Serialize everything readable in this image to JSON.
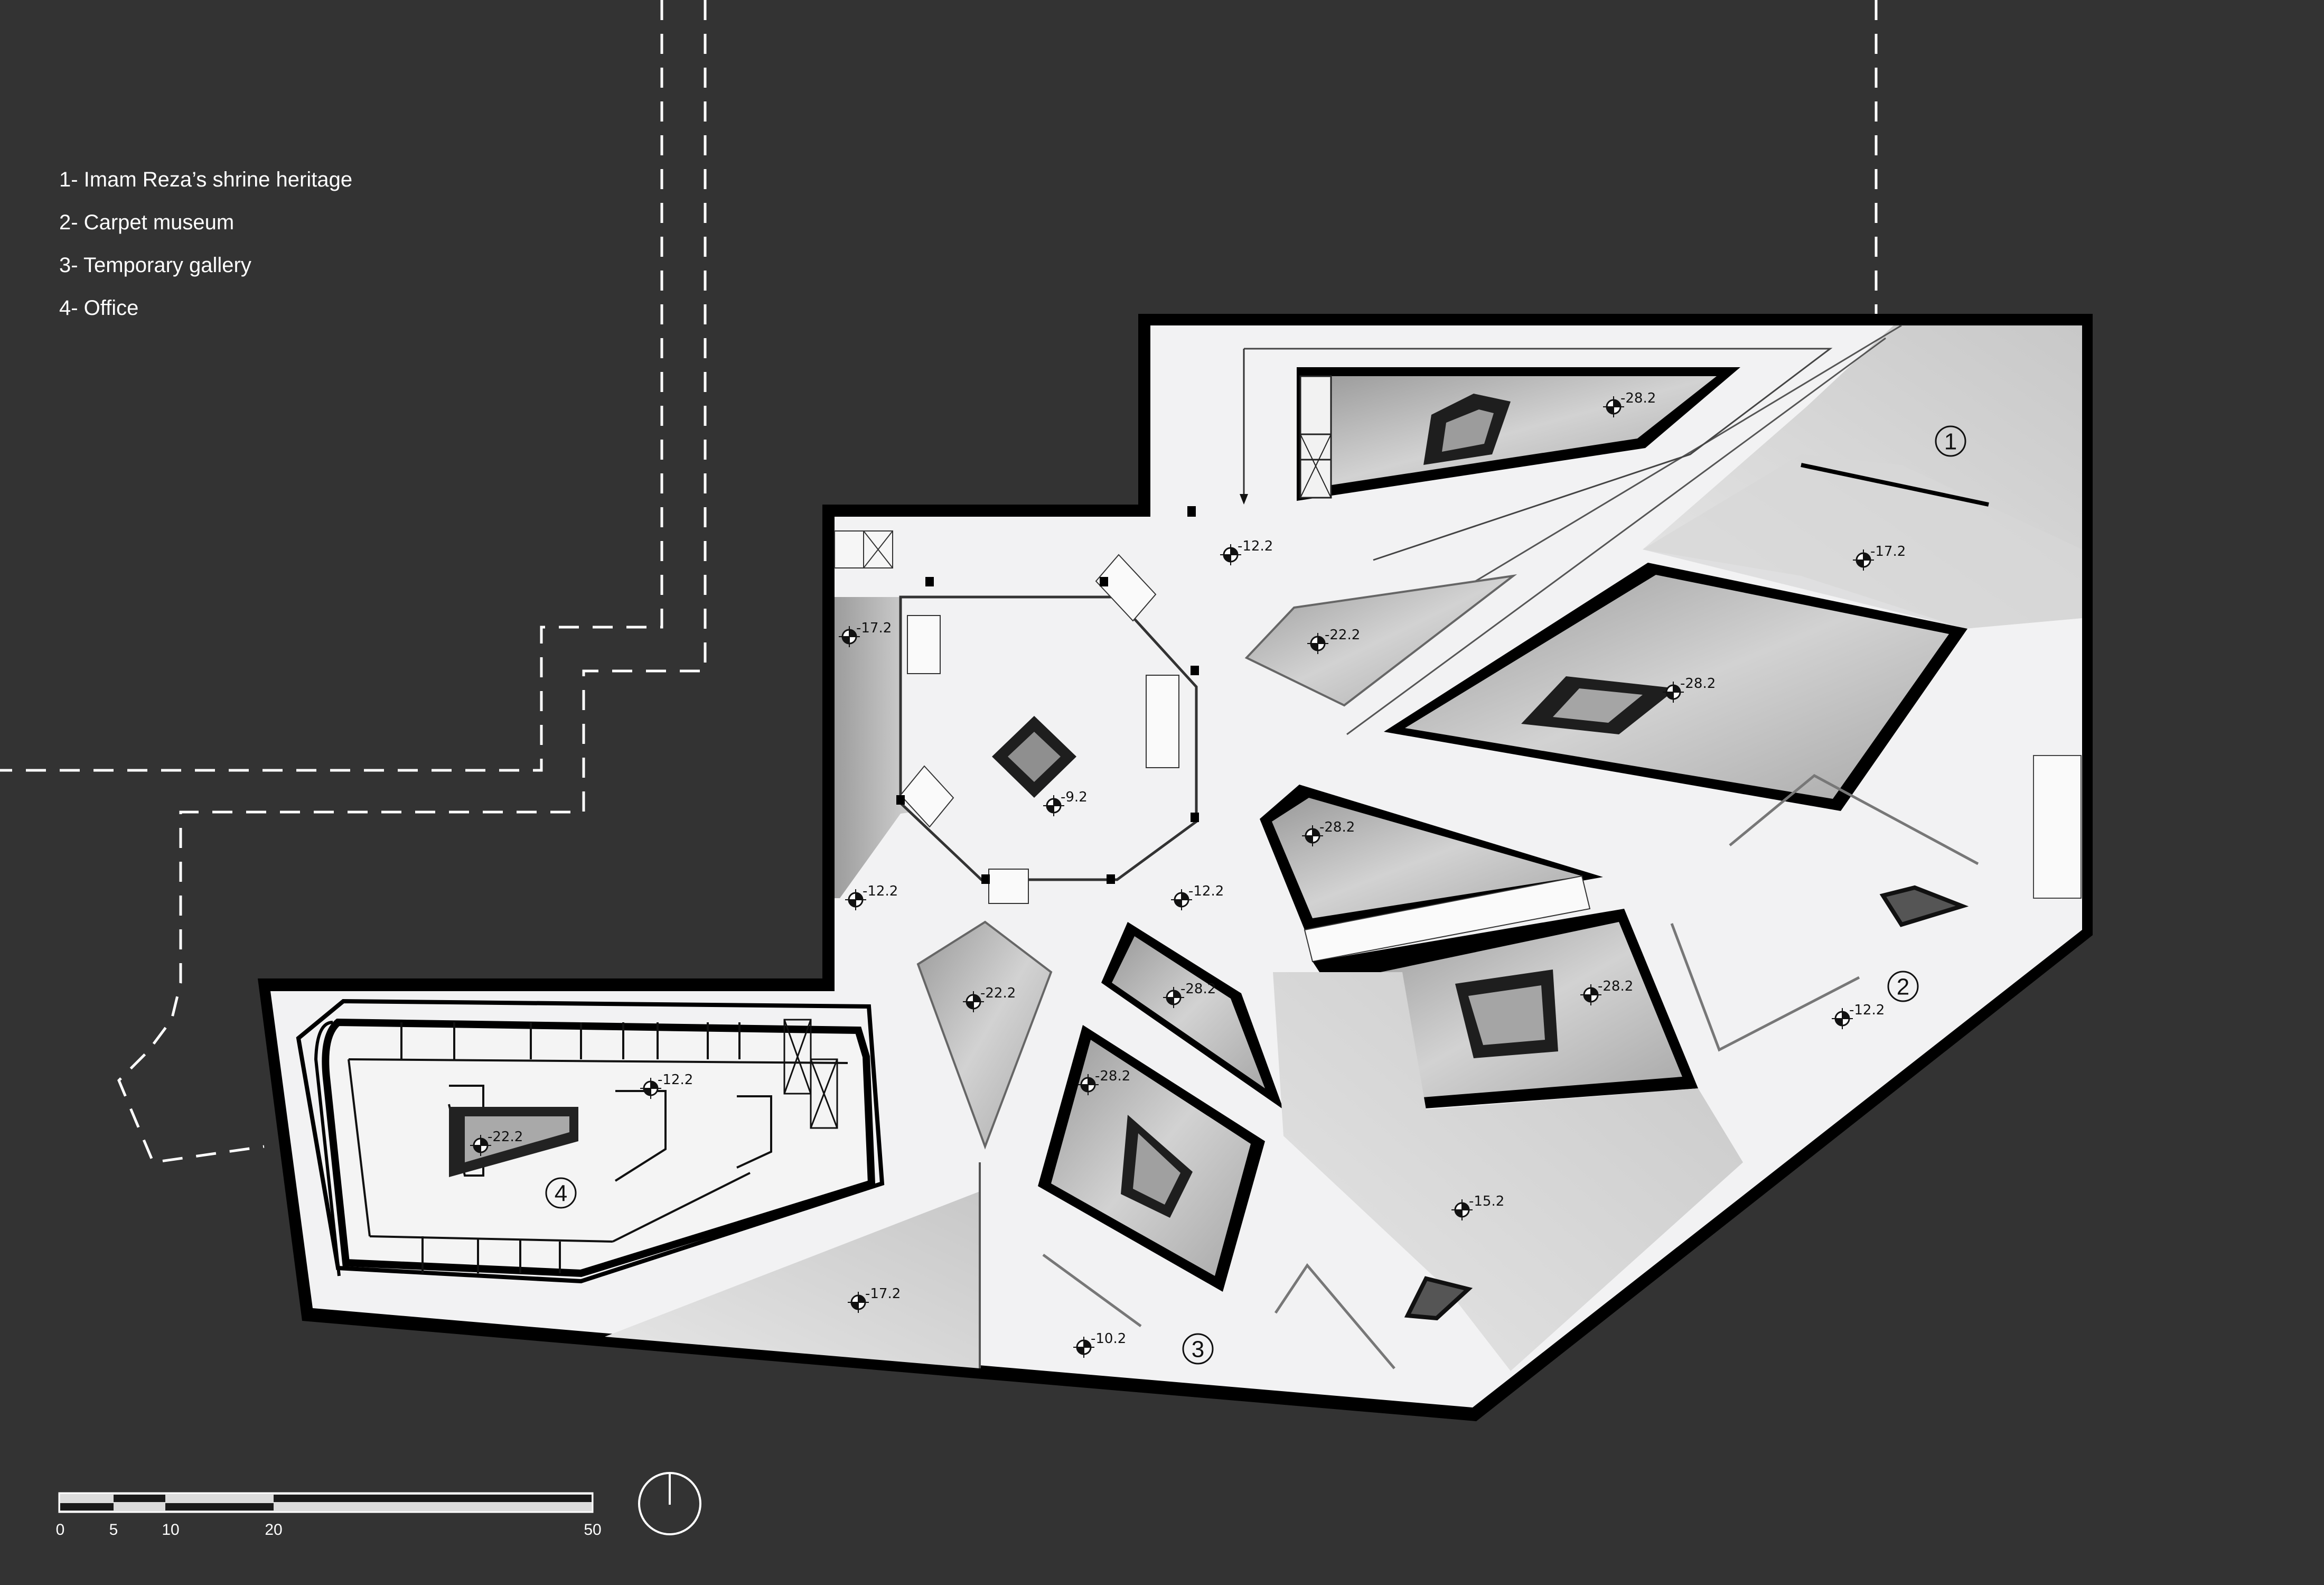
{
  "legend": {
    "items": [
      {
        "number": "1",
        "label": "1- Imam Reza’s shrine heritage"
      },
      {
        "number": "2",
        "label": "2- Carpet museum"
      },
      {
        "number": "3",
        "label": "3- Temporary gallery"
      },
      {
        "number": "4",
        "label": "4- Office"
      }
    ]
  },
  "zones": {
    "z1": "1",
    "z2": "2",
    "z3": "3",
    "z4": "4"
  },
  "levels": {
    "l_top_void": "-28.2",
    "l_upper_corridor": "-12.2",
    "l_zone1": "-17.2",
    "l_ramp_void": "-22.2",
    "l_center_void": "-28.2",
    "l_west_void": "-17.2",
    "l_octagon": "-9.2",
    "l_west_floor": "-12.2",
    "l_south_of_octagon": "-12.2",
    "l_mid_void": "-28.2",
    "l_kite_void": "-22.2",
    "l_small_void": "-28.2",
    "l_diag_void": "-28.2",
    "l_east_void": "-28.2",
    "l_zone2": "-12.2",
    "l_office": "-12.2",
    "l_office_void": "-22.2",
    "l_south_void": "-17.2",
    "l_zone3": "-10.2",
    "l_south_east": "-15.2"
  },
  "scale_bar": {
    "ticks": [
      "0",
      "5",
      "10",
      "20",
      "50"
    ]
  },
  "colors": {
    "background": "#333333",
    "floor": "#f2f2f3",
    "void": "#bdbdbd",
    "wall": "#000000",
    "legend_text": "#ffffff"
  }
}
